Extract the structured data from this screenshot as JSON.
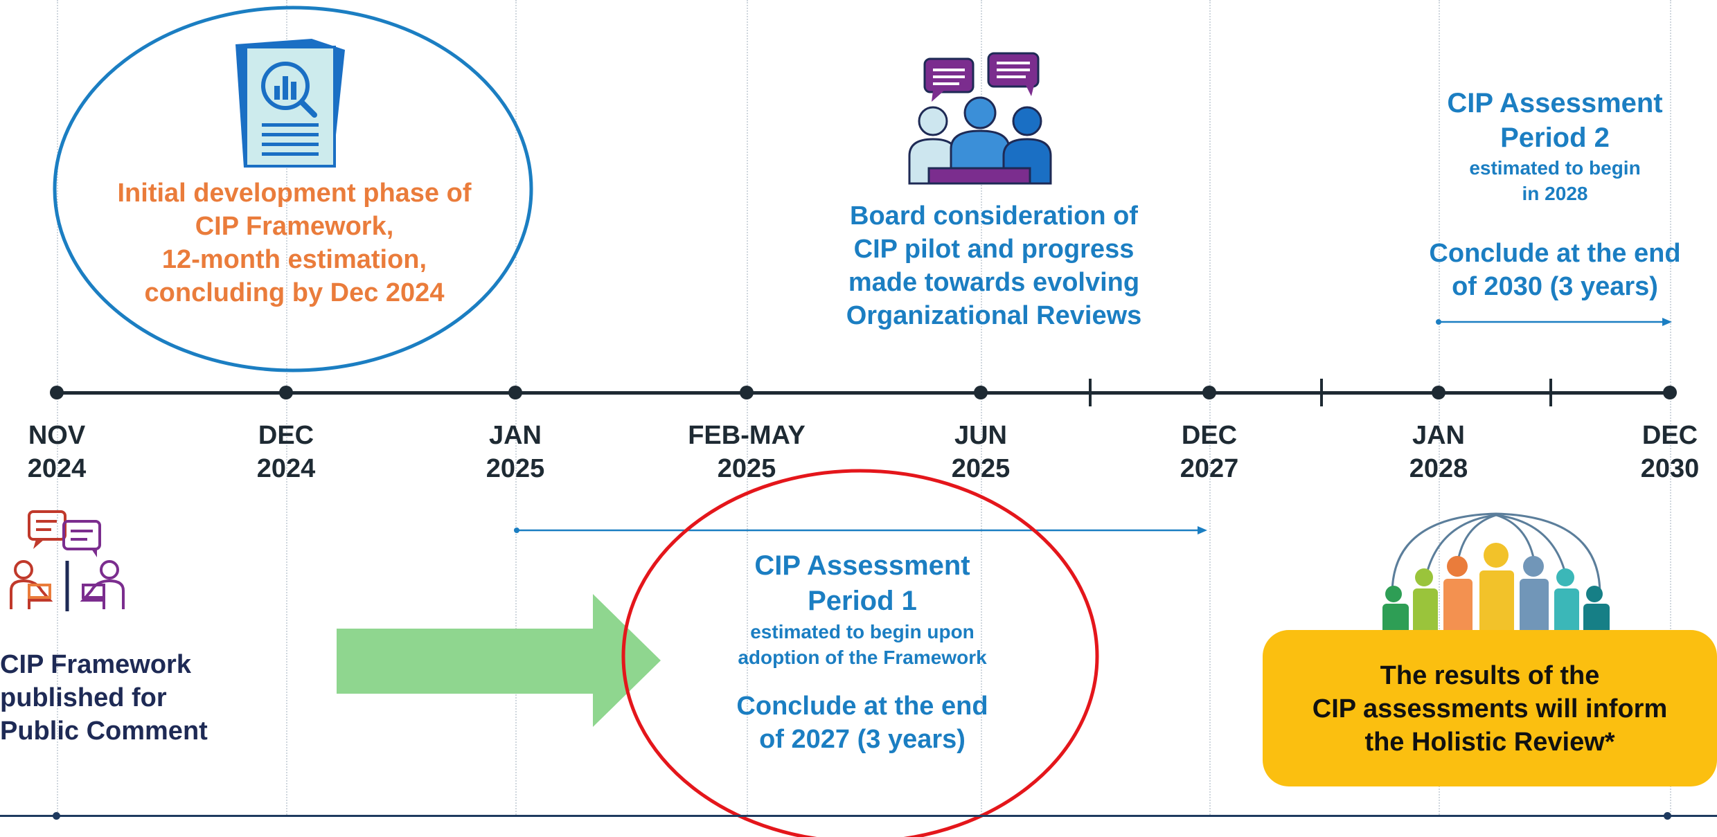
{
  "timeline": {
    "points": [
      {
        "month": "NOV",
        "year": "2024"
      },
      {
        "month": "DEC",
        "year": "2024"
      },
      {
        "month": "JAN",
        "year": "2025"
      },
      {
        "month": "FEB-MAY",
        "year": "2025"
      },
      {
        "month": "JUN",
        "year": "2025"
      },
      {
        "month": "DEC",
        "year": "2027"
      },
      {
        "month": "JAN",
        "year": "2028"
      },
      {
        "month": "DEC",
        "year": "2030"
      }
    ]
  },
  "initial_phase": {
    "lines": [
      "Initial development phase of",
      "CIP Framework,",
      "12-month estimation,",
      "concluding by Dec 2024"
    ],
    "icon": "document-chart-magnifier-icon"
  },
  "board": {
    "lines": [
      "Board consideration of",
      "CIP pilot and progress",
      "made towards evolving",
      "Organizational Reviews"
    ],
    "icon": "meeting-discussion-icon"
  },
  "period2": {
    "title": [
      "CIP Assessment",
      "Period 2"
    ],
    "subtitle": [
      "estimated to begin",
      "in 2028"
    ],
    "conclude": [
      "Conclude at the end",
      "of 2030 (3 years)"
    ]
  },
  "period1": {
    "title": [
      "CIP Assessment",
      "Period 1"
    ],
    "subtitle": [
      "estimated to begin upon",
      "adoption of the Framework"
    ],
    "conclude": [
      "Conclude at the end",
      "of 2027 (3 years)"
    ]
  },
  "public_comment": {
    "lines": [
      "CIP Framework",
      "published for",
      "Public Comment"
    ],
    "icon": "people-chat-laptop-icon"
  },
  "holistic": {
    "lines": [
      "The results of the",
      "CIP assessments will inform",
      "the Holistic Review*"
    ],
    "icon": "people-network-icon"
  },
  "colors": {
    "orange": "#ea7c3b",
    "blue": "#1b7ec2",
    "navy": "#1e2a55",
    "red": "#e4161b",
    "green": "#8fd68f",
    "yellow": "#fbbf10"
  }
}
